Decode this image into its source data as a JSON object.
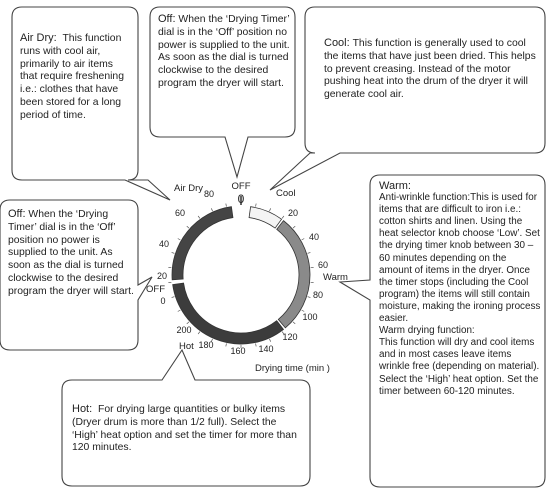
{
  "callouts": {
    "air_dry": {
      "label": "Air Dry:",
      "text": "This function runs with cool air, primarily to air items that require freshening i.e.: clothes that have been stored for a long period of time."
    },
    "off_top": {
      "label": "Off:",
      "text": "When the ‘Drying Timer’ dial is in the ‘Off’ position no power is supplied to the unit. As soon as the dial is turned clockwise to the desired program the dryer will start."
    },
    "cool": {
      "label": "Cool:",
      "text": "This function is generally used to cool the items that have just been dried. This helps to prevent creasing. Instead of the motor pushing heat into the drum of the dryer it will generate cool air."
    },
    "off_left": {
      "label": "Off:",
      "text": "When the ‘Drying Timer’ dial is in the ‘Off’ position no power is supplied to the unit. As soon as the dial is turned clockwise to the desired program the dryer will start."
    },
    "warm": {
      "label": "Warm:",
      "anti_label": "Anti-wrinkle function:",
      "anti_text": "This is used for items that are difficult to iron i.e.: cotton shirts and linen. Using the heat selector knob choose ‘Low’. Set the drying timer knob between 30 – 60 minutes depending on the amount of items in the dryer. Once the timer stops (including the Cool program) the items will still contain moisture, making the ironing process easier.",
      "drying_label": "Warm drying function:",
      "drying_text": "This function will dry and cool items and in most cases leave items wrinkle free (depending on material). Select the ‘High’ heat option. Set the timer between 60-120 minutes."
    },
    "hot": {
      "label": "Hot:",
      "text": "For drying large quantities or bulky items (Dryer drum is more than 1/2 full). Select the ‘High’ heat option and set the timer for more than 120 minutes."
    }
  },
  "dial": {
    "pointer_label": "0",
    "program_labels": {
      "off_top": "OFF",
      "air_dry": "Air Dry",
      "cool": "Cool",
      "warm": "Warm",
      "hot": "Hot",
      "off_left": "OFF"
    },
    "axis_label": "Drying time (min )",
    "ticks_right": [
      "20",
      "40",
      "60",
      "80",
      "100",
      "120",
      "140",
      "160",
      "180",
      "200"
    ],
    "ticks_left": [
      "80",
      "60",
      "40",
      "20",
      "0"
    ],
    "colors": {
      "air_dry_ring": "#454545",
      "cool_ring": "#f4f4f4",
      "warm_ring": "#8a8a8a",
      "hot_ring": "#3c3c3c"
    }
  }
}
